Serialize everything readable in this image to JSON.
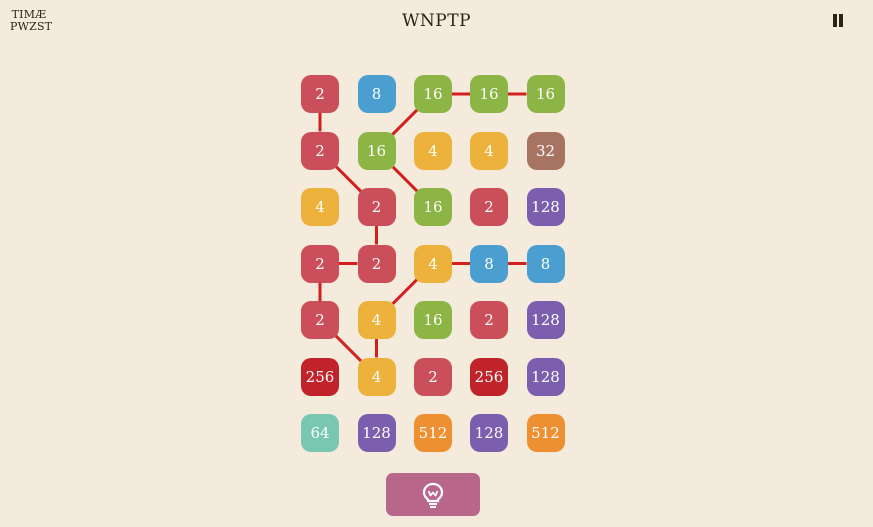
{
  "header": {
    "timer_line1": "TIMÆ",
    "timer_line2": "PWZST",
    "title": "WNPTP",
    "pause_icon": "pause-icon"
  },
  "colors": {
    "background": "#f4ebdd",
    "link": "#d41f1f",
    "hint_button": "#b8668a",
    "tiles": {
      "2": "#cb4f5a",
      "4": "#ecb23c",
      "8": "#4a9fd0",
      "16": "#8db545",
      "32": "#a87462",
      "64": "#79c7b0",
      "128": "#7b5fae",
      "256": "#c1232a",
      "512": "#ee9032"
    }
  },
  "board": {
    "rows": 7,
    "cols": 5,
    "tiles": [
      [
        "2",
        "8",
        "16",
        "16",
        "16"
      ],
      [
        "2",
        "16",
        "4",
        "4",
        "32"
      ],
      [
        "4",
        "2",
        "16",
        "2",
        "128"
      ],
      [
        "2",
        "2",
        "4",
        "8",
        "8"
      ],
      [
        "2",
        "4",
        "16",
        "2",
        "128"
      ],
      [
        "256",
        "4",
        "2",
        "256",
        "128"
      ],
      [
        "64",
        "128",
        "512",
        "128",
        "512"
      ]
    ],
    "links": [
      [
        [
          0,
          2
        ],
        [
          0,
          3
        ]
      ],
      [
        [
          0,
          3
        ],
        [
          0,
          4
        ]
      ],
      [
        [
          0,
          2
        ],
        [
          1,
          1
        ]
      ],
      [
        [
          0,
          0
        ],
        [
          1,
          0
        ]
      ],
      [
        [
          1,
          0
        ],
        [
          2,
          1
        ]
      ],
      [
        [
          1,
          1
        ],
        [
          2,
          2
        ]
      ],
      [
        [
          2,
          1
        ],
        [
          3,
          1
        ]
      ],
      [
        [
          3,
          0
        ],
        [
          3,
          1
        ]
      ],
      [
        [
          3,
          2
        ],
        [
          3,
          3
        ]
      ],
      [
        [
          3,
          3
        ],
        [
          3,
          4
        ]
      ],
      [
        [
          3,
          2
        ],
        [
          4,
          1
        ]
      ],
      [
        [
          3,
          0
        ],
        [
          4,
          0
        ]
      ],
      [
        [
          4,
          0
        ],
        [
          5,
          1
        ]
      ],
      [
        [
          4,
          1
        ],
        [
          5,
          1
        ]
      ]
    ]
  },
  "hint_button": {
    "icon": "lightbulb-icon"
  }
}
